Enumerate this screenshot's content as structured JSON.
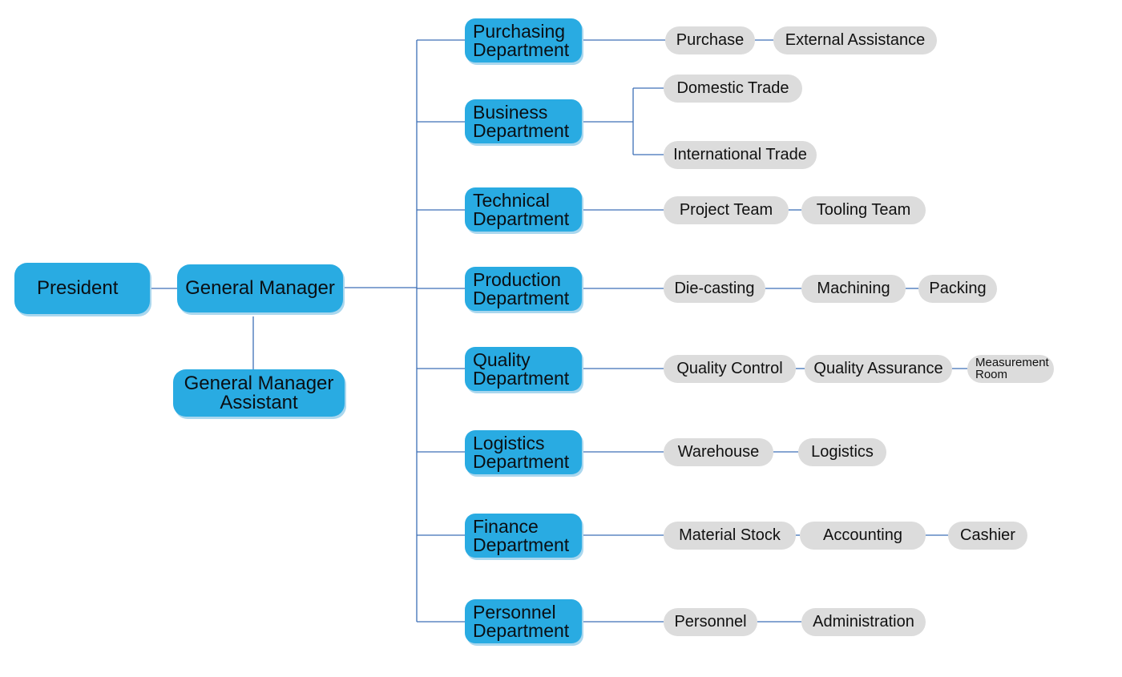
{
  "top": {
    "president": "President",
    "general_manager": "General Manager"
  },
  "assistant": {
    "line1": "General Manager",
    "line2": "Assistant"
  },
  "departments": [
    {
      "line1": "Purchasing",
      "line2": "Department",
      "units": [
        "Purchase",
        "External Assistance"
      ]
    },
    {
      "line1": "Business",
      "line2": "Department",
      "units": [
        "Domestic Trade",
        "International Trade"
      ]
    },
    {
      "line1": "Technical",
      "line2": "Department",
      "units": [
        "Project Team",
        "Tooling Team"
      ]
    },
    {
      "line1": "Production",
      "line2": "Department",
      "units": [
        "Die-casting",
        "Machining",
        "Packing"
      ]
    },
    {
      "line1": "Quality",
      "line2": "Department",
      "units": [
        "Quality Control",
        "Quality Assurance",
        "Measurement Room"
      ]
    },
    {
      "line1": "Logistics",
      "line2": "Department",
      "units": [
        "Warehouse",
        "Logistics"
      ]
    },
    {
      "line1": "Finance",
      "line2": "Department",
      "units": [
        "Material Stock",
        "Accounting",
        "Cashier"
      ]
    },
    {
      "line1": "Personnel",
      "line2": "Department",
      "units": [
        "Personnel",
        "Administration"
      ]
    }
  ],
  "measurement_room": {
    "line1": "Measurement",
    "line2": "Room"
  },
  "colors": {
    "box": "#29abe2",
    "box_shadow": "#aad7ee",
    "pill": "#dcdcdc",
    "line": "#3d6fb6"
  }
}
